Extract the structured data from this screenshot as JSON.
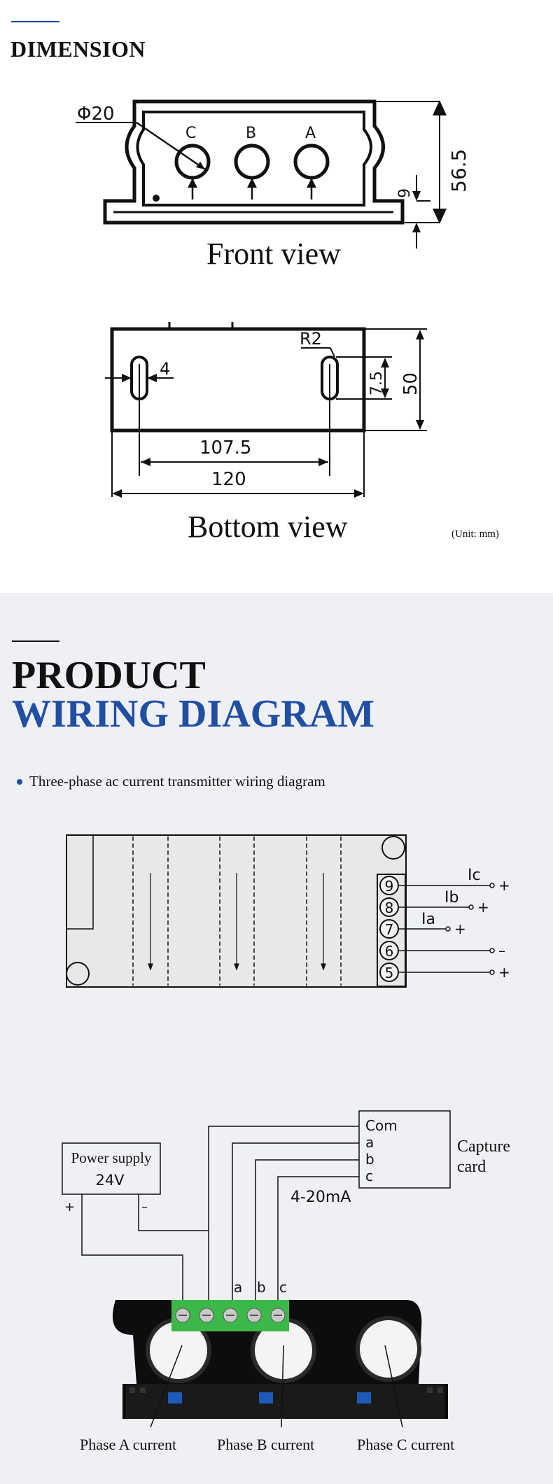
{
  "dimension": {
    "heading": "DIMENSION",
    "front": {
      "caption": "Front view",
      "dia_label": "Φ20",
      "hole_labels": [
        "C",
        "B",
        "A"
      ],
      "height_label": "56.5",
      "foot_label": "9"
    },
    "bottom": {
      "caption": "Bottom view",
      "slot_width_label": "4",
      "radius_label": "R2",
      "slot_len_label": "7.5",
      "height_label": "50",
      "pitch_label": "107.5",
      "length_label": "120"
    },
    "unit_note": "(Unit: mm)"
  },
  "wiring": {
    "heading_line1": "PRODUCT",
    "heading_line2": "WIRING DIAGRAM",
    "bullet": "Three-phase ac current transmitter wiring diagram",
    "module": {
      "terminals": [
        "9",
        "8",
        "7",
        "6",
        "5"
      ],
      "labels": [
        "Ic",
        "Ib",
        "Ia"
      ],
      "plus": "+",
      "minus": "–"
    },
    "power": {
      "title": "Power supply",
      "voltage": "24V",
      "plus": "+",
      "minus": "–"
    },
    "capture": {
      "lines": [
        "Com",
        "a",
        "b",
        "c"
      ],
      "name_line1": "Capture",
      "name_line2": "card"
    },
    "signal_label": "4-20mA",
    "terminal_letters": [
      "a",
      "b",
      "c"
    ],
    "phase_labels": [
      "Phase A current",
      "Phase B current",
      "Phase C current"
    ]
  }
}
